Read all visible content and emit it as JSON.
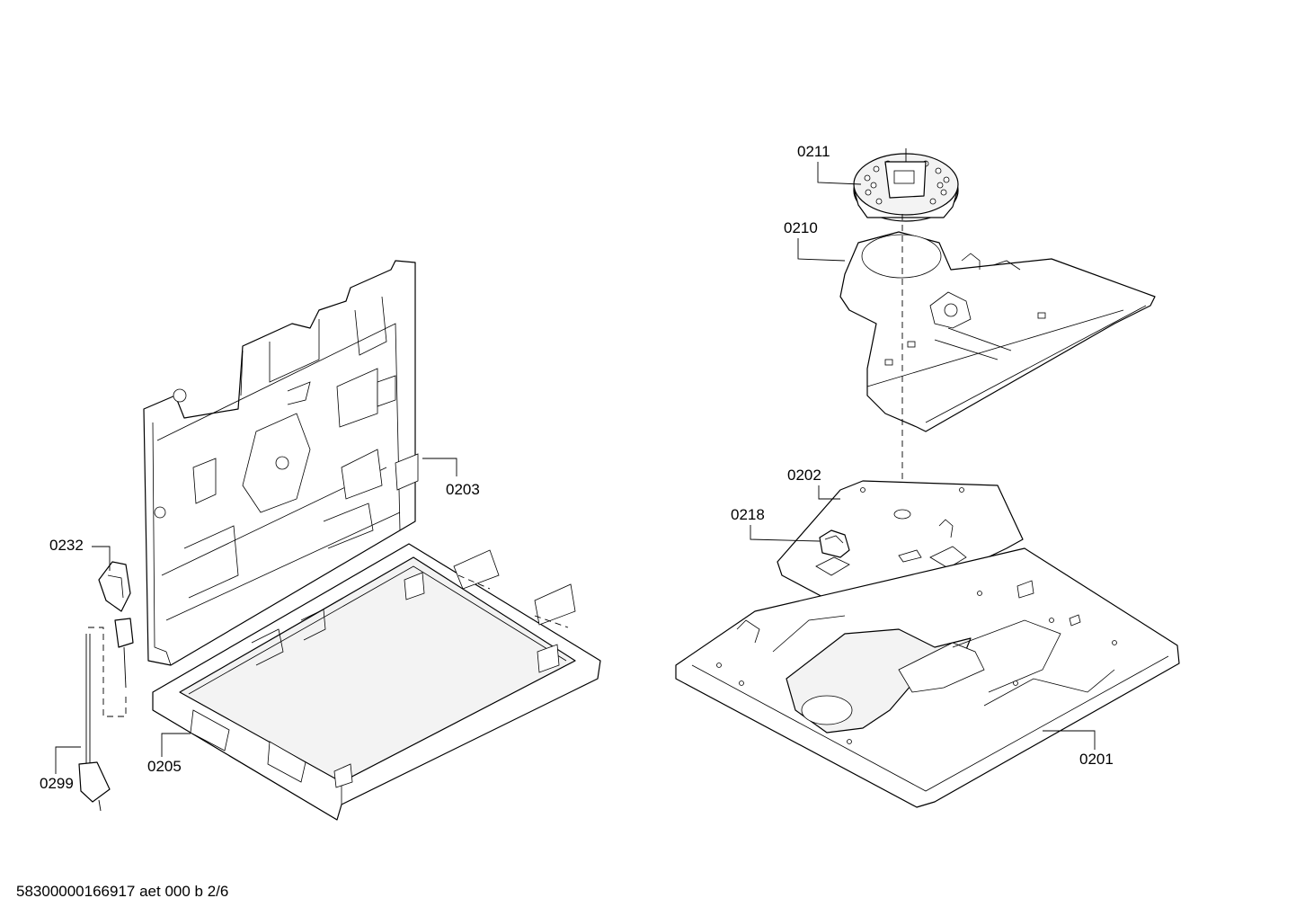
{
  "labels": {
    "p0211": "0211",
    "p0210": "0210",
    "p0203": "0203",
    "p0232": "0232",
    "p0202": "0202",
    "p0218": "0218",
    "p0299": "0299",
    "p0205": "0205",
    "p0201": "0201"
  },
  "footer": "58300000166917 aet 000 b 2/6"
}
